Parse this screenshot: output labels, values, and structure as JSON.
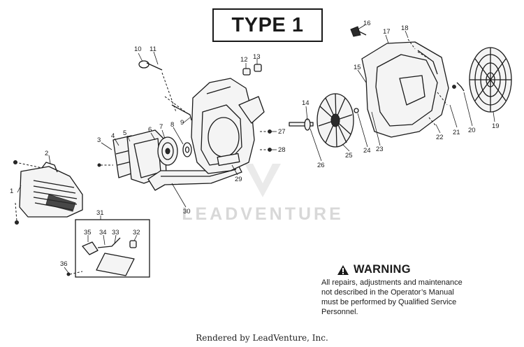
{
  "diagram": {
    "type_label": "TYPE 1",
    "watermark": "LEADVENTURE",
    "footer": "Rendered by LeadVenture, Inc.",
    "warning": {
      "title": "WARNING",
      "body": "All repairs, adjustments and maintenance not described in the Operator’s Manual must be performed by Qualified Service Personnel."
    },
    "callouts": [
      "1",
      "2",
      "3",
      "4",
      "5",
      "6",
      "7",
      "8",
      "9",
      "10",
      "11",
      "12",
      "13",
      "14",
      "15",
      "16",
      "17",
      "18",
      "19",
      "20",
      "21",
      "22",
      "23",
      "24",
      "25",
      "26",
      "27",
      "28",
      "29",
      "30",
      "31",
      "32",
      "33",
      "34",
      "35",
      "36"
    ]
  }
}
